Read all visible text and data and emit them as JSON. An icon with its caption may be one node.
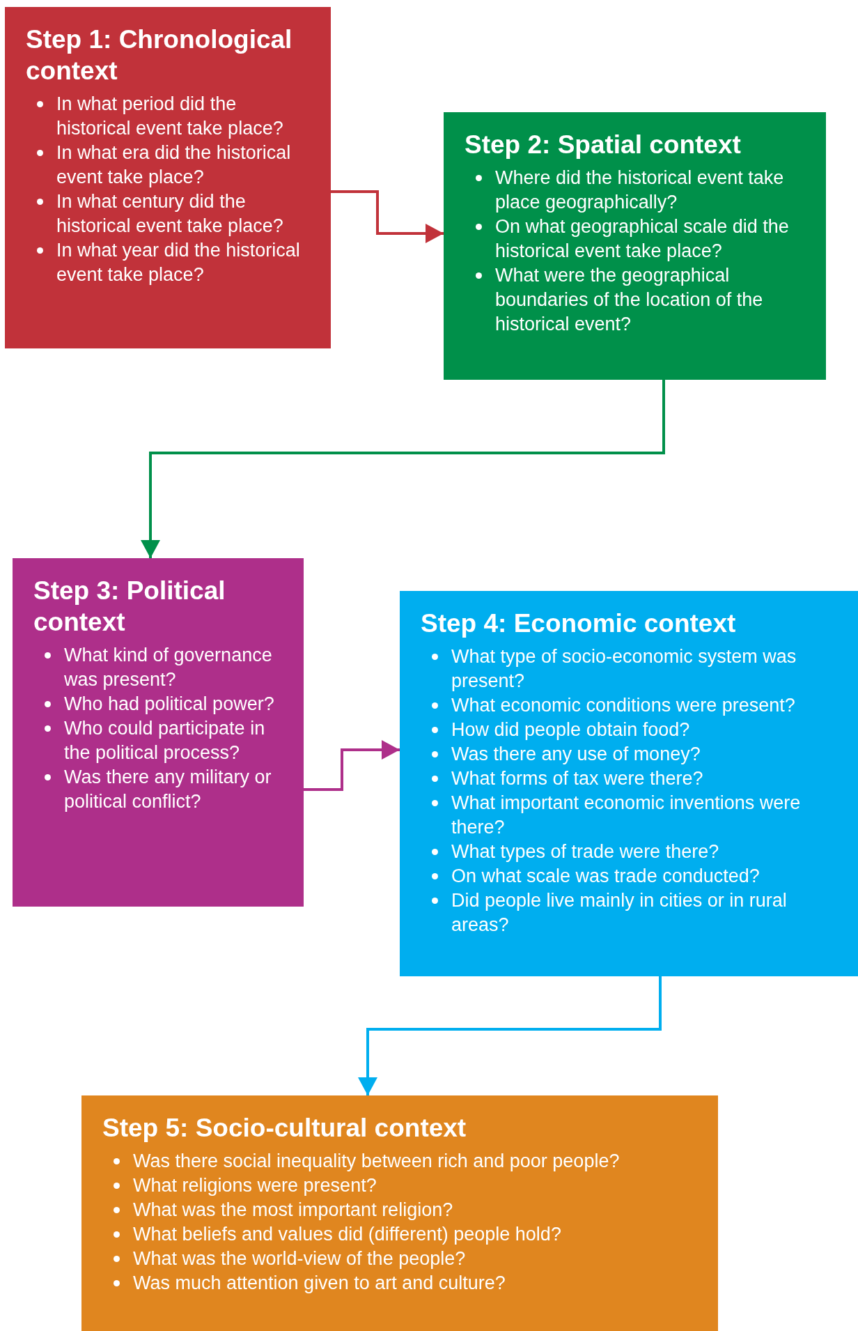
{
  "diagram": {
    "nodes": [
      {
        "text": [
          "Step 1: Chronological context",
          "In what period did the historical event take place?",
          "In what era did the historical event take place?",
          "In what century did the historical event take place?",
          "In what year did the historical event take place?"
        ]
      },
      {
        "text": [
          "Step 2: Spatial context",
          "Where did the historical event take place geographically?",
          "On what geographical scale did the historical event take place?",
          "What were the geographical boundaries of the location of the historical event?"
        ]
      },
      {
        "text": [
          "Step 3: Political context",
          "What kind of governance was present?",
          "Who had political power?",
          "Who could participate in the political process?",
          "Was there any military or political conflict?"
        ]
      },
      {
        "text": [
          "Step 4: Economic context",
          "What type of socio-economic system was present?",
          "What economic conditions were present?",
          "How did people obtain food?",
          "Was there any use of money?",
          "What forms of tax were there?",
          "What important economic inventions were there?",
          "What types of trade were there?",
          "On what scale was trade conducted?",
          "Did people live mainly in cities or in rural areas?"
        ]
      },
      {
        "text": [
          "Step 5: Socio-cultural context",
          "Was there social inequality between rich and poor people?",
          "What religions were present?",
          "What was the most important religion?",
          "What beliefs and values did (different) people hold?",
          "What was the world-view of the people?",
          "Was much attention given to art and culture?"
        ]
      }
    ],
    "edges": [
      {
        "from": 0,
        "to": 1,
        "arrow": "to",
        "color": "#c1323a"
      },
      {
        "from": 1,
        "to": 2,
        "arrow": "to",
        "color": "#00904a"
      },
      {
        "from": 2,
        "to": 3,
        "arrow": "to",
        "color": "#ae2f8a"
      },
      {
        "from": 3,
        "to": 4,
        "arrow": "to",
        "color": "#00aeef"
      }
    ]
  }
}
